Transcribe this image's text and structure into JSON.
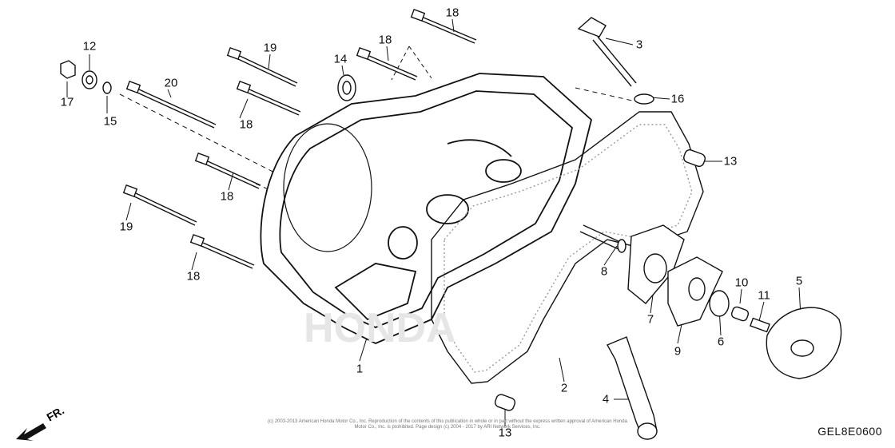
{
  "diagram": {
    "code": "GEL8E0600",
    "direction_label": "FR.",
    "copyright_text": "(c) 2003-2013 American Honda Motor Co., Inc. Reproduction of the contents of this publication in whole or in part without the express written approval of American Honda Motor Co., Inc. is prohibited. Page design (c) 2004 - 2017 by ARI Network Services, Inc.",
    "callouts": [
      "1",
      "2",
      "3",
      "4",
      "5",
      "6",
      "7",
      "8",
      "9",
      "10",
      "11",
      "12",
      "13",
      "13",
      "14",
      "15",
      "16",
      "17",
      "18",
      "18",
      "18",
      "18",
      "18",
      "19",
      "19",
      "20"
    ]
  },
  "colors": {
    "line": "#111111",
    "gasket": "#9a9a9a"
  }
}
